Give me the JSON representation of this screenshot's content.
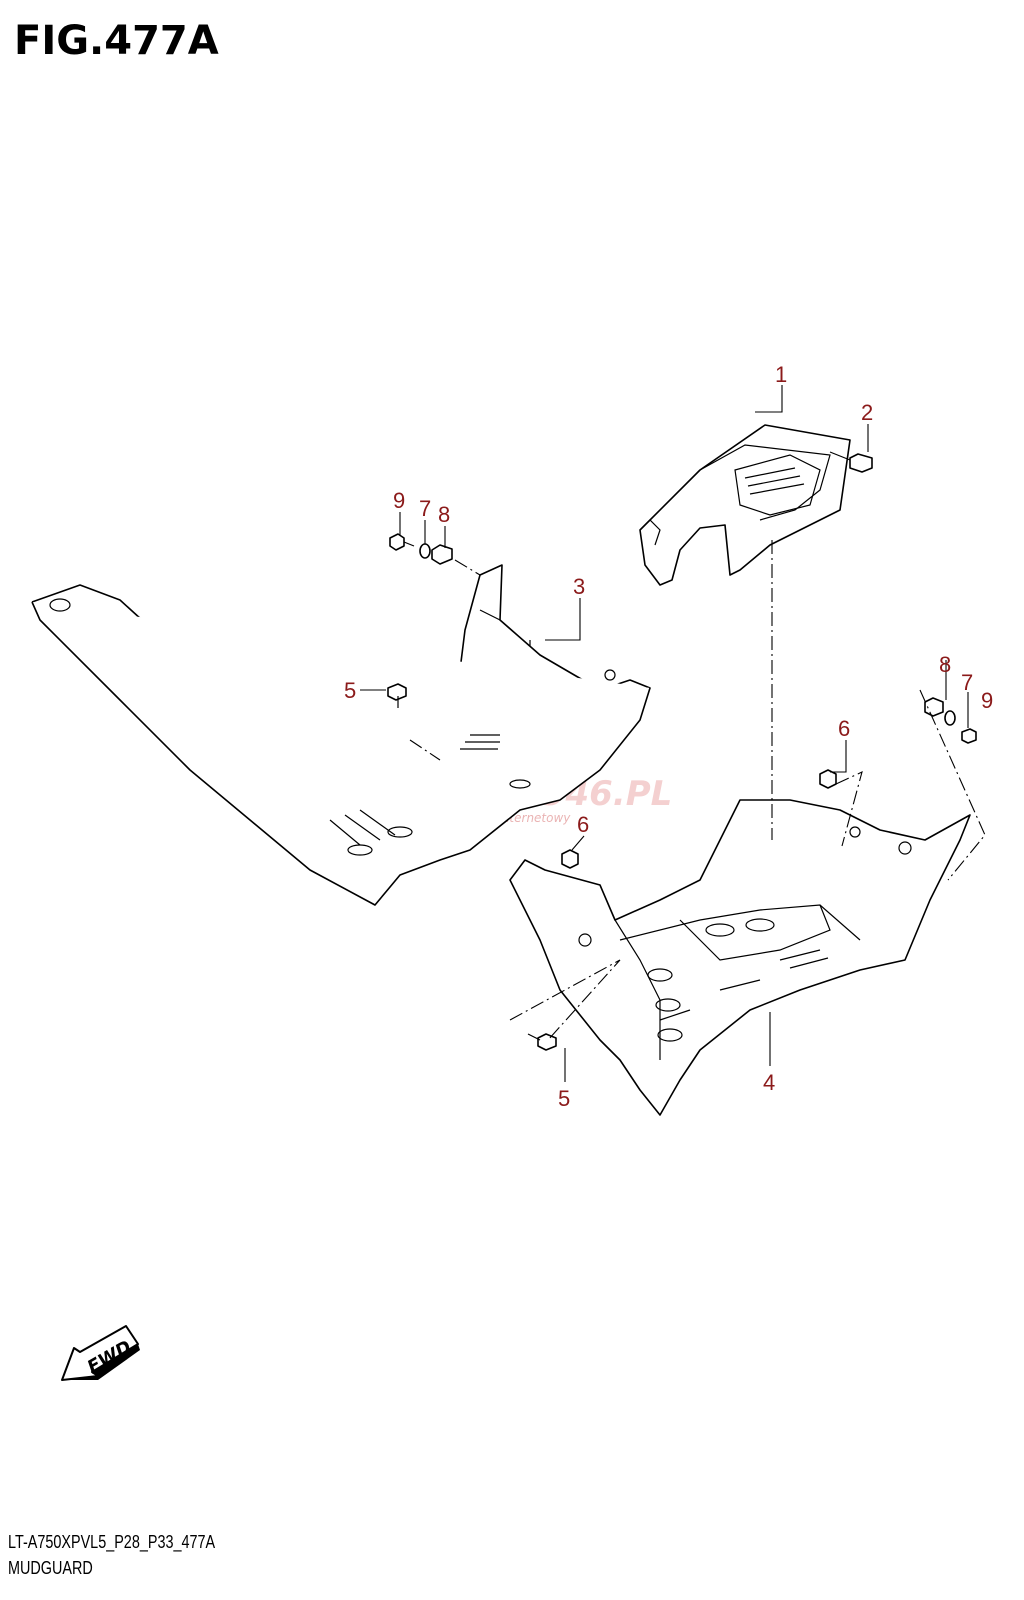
{
  "figure": {
    "title": "FIG.477A",
    "footer_code": "LT-A750XPVL5_P28_P33_477A",
    "footer_name": "MUDGUARD"
  },
  "watermark": {
    "text": "SKLEPMOTO46.PL",
    "subtext": "motocyklowy sklep internetowy"
  },
  "direction": {
    "label": "FWD"
  },
  "callouts": {
    "c1": "1",
    "c2": "2",
    "c3": "3",
    "c4": "4",
    "c5a": "5",
    "c5b": "5",
    "c6a": "6",
    "c6b": "6",
    "c7a": "7",
    "c7b": "7",
    "c8a": "8",
    "c8b": "8",
    "c9a": "9",
    "c9b": "9"
  }
}
